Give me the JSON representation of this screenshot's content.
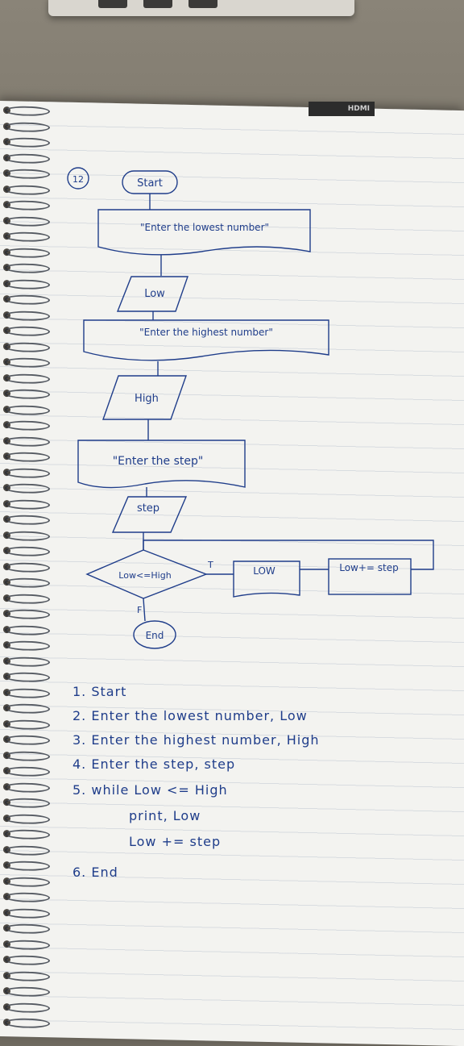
{
  "header": {
    "sticker_text": "HDMI",
    "problem_number": "12"
  },
  "flowchart": {
    "start": "Start",
    "prompt_low": "\"Enter the lowest number\"",
    "input_low": "Low",
    "prompt_high": "\"Enter the highest number\"",
    "input_high": "High",
    "prompt_step": "\"Enter the step\"",
    "input_step": "step",
    "condition": "Low<=High",
    "true_label": "T",
    "false_label": "F",
    "output_low": "LOW",
    "increment": "Low+= step",
    "end": "End"
  },
  "algorithm": {
    "steps": [
      "1. Start",
      "2. Enter the lowest number, Low",
      "3. Enter the highest number, High",
      "4. Enter the step, step",
      "5. while   Low <= High",
      "print, Low",
      "Low += step",
      "6. End"
    ]
  },
  "colors": {
    "ink": "#1f3d8a",
    "paper": "#f3f3f0",
    "rules": "#c9cfd8"
  }
}
